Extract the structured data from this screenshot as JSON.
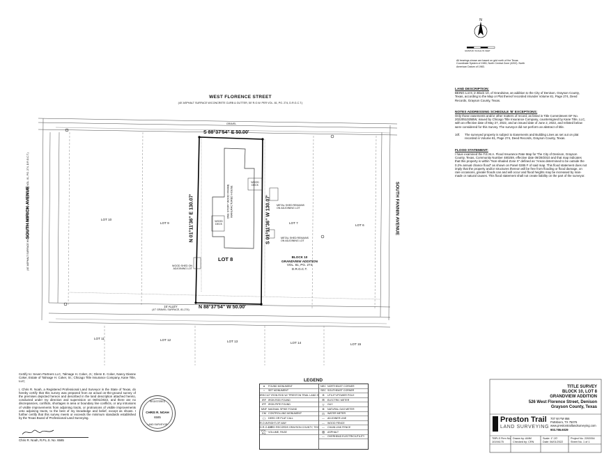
{
  "north_note": "All bearings shown are based on grid north of the Texas Coordinate System of 1983, North Central Zone (4202). North American Datum of 1983.",
  "scale_label": "GRAPHIC SCALE IN FEET",
  "streets": {
    "north_name": "WEST FLORENCE STREET",
    "north_desc": "(40' ASPHALT SURFACE W/CONCRETE CURB & GUTTER, 50' R.O.W. PER VOL. 81, PG. 274, D.R.G.C.T.)",
    "west_name": "SOUTH MIRICK AVENUE",
    "west_desc": "(40' ASPHALT SURFACE W/CONCRETE CURB & GUTTER, 60' R.O.W. PER VOL. 81, PG. 274, D.R.G.C.T.)",
    "east_name": "SOUTH FANNIN AVENUE",
    "alley_name": "15' ALLEY",
    "alley_desc": "(47' GRAVEL SURFACE, 81-274)"
  },
  "bearings": {
    "north": "S 88°37'54\" E 50.00'",
    "south": "N 88°37'54\" W 50.00'",
    "west": "N 01°11'36\" E 130.07'",
    "east": "S 01°11'36\" W 130.07'"
  },
  "lots": {
    "subject": "LOT 8",
    "lot9": "LOT 9",
    "lot10": "LOT 10",
    "lot7": "LOT 7",
    "lot6": "LOT 6",
    "lot11": "LOT 11",
    "lot12": "LOT 12",
    "lot13": "LOT 13",
    "lot14": "LOT 14",
    "lot15": "LOT 15"
  },
  "block": {
    "line1": "BLOCK 10",
    "line2": "GRANDVIEW ADDITION",
    "line3": "VOL. 81, PG. 274",
    "line4": "D.R.G.C.T."
  },
  "structures": {
    "house": "ONE STORY WOOD FRAME MANUFACTURED HOUSE",
    "deck1": "WOOD DECK",
    "deck2": "WOOD DECK",
    "shed1": "METAL SHED REMAINS ON ADJOINING LOT",
    "shed2": "METAL SHED REMAINS ON ADJOINING LOT",
    "shed3": "WOOD SHED ON ADJOINING LOT",
    "gravel": "GRAVEL"
  },
  "notes": {
    "land_title": "LAND DESCRIPTION:",
    "land_body": "BEING Lot 8, in Block 10, of Grandview, an addition to the City of Denison, Grayson County, Texas, according to the Map or Plat thereof recorded in/under Volume 81, Page 274, Deed Records, Grayson County, Texas.",
    "sched_title": "NOTES ADDRESSING SCHEDULE 'B' EXCEPTIONS:",
    "sched_body": "Only those easements and/or other matters of record, as listed in Title Commitment GF No. 2022051025BW, issued by Chicago Title Insurance Company, countersigned by Kane Title, LLC, with an effective date of May 27, 2022, and an issued date of June 2, 2022, and relisted below were considered for this Survey. The surveyor did not perform an abstract of title.",
    "sched_item_num": "10f.",
    "sched_item": "The surveyed property is subject to Easements and Building Lines as set out on plat recorded in Volume 81, Page 274, Deed Records, Grayson County, Texas.",
    "flood_title": "FLOOD STATEMENT:",
    "flood_body": "I have examined the F.E.M.A. Flood Insurance Rate Map for The City of Denison, Grayson County, Texas, Community Number 480259, effective date 09/29/2010 and that map indicates that this property is within \"Non-shaded Zone X\" defined as \"Areas determined to be outside the 0.2% annual chance flood\" as shown on Panel 0285 F of said map. This flood statement does not imply that the property and/or structures thereon will be free from flooding or flood damage, on rare occasions, greater floods can and will occur and flood heights may be increased by man-made or natural causes. This flood statement shall not create liability on the part of the surveyor."
  },
  "certify": {
    "line1": "Certify to: Seven Partners LLC, Talmage H. Coker, Jr.; Glenn E. Coker, Nancy Dianne Coker, Estate of Talmage H. Coker, Sr.; Chicago Title Insurance Company, Kane Title, LLC;",
    "body": "I, Chris R. Noah, a Registered Professional Land Surveyor in the State of Texas, do hereby certify that this survey was prepared from an actual on-the-ground survey of the premises depicted hereon and described in the land description attached hereto, conducted under my direction and supervision on 06/01/2022, and there are no discrepancies, conflicts, shortages in area or boundary line conflicts, or any intrusions of visible improvements from adjoining tracts, or protrusions of visible improvements onto adjoining tracts, to the best of my knowledge and belief, except as shown. I further certify that this survey meets or exceeds the minimum standards established by the Texas Board of Professional Land Surveying.",
    "signature_name": "Chris R. Noah, R.P.L.S. No. 6585"
  },
  "seal": {
    "top": "REGISTERED",
    "name": "CHRIS R. NOAH",
    "number": "6585",
    "bottom": "LAND SURVEYOR"
  },
  "legend": {
    "title": "LEGEND",
    "left": [
      {
        "sym": "●",
        "label": "FOUND MONUMENT"
      },
      {
        "sym": "○",
        "label": "SET MONUMENT"
      },
      {
        "sym": "IRSC",
        "label": "1/2\" IRON ROD W/ \"PRESTON TRAIL LAND SURVEYING, RPLS 6585\" CAP SET"
      },
      {
        "sym": "IRF",
        "label": "IRON ROD FOUND"
      },
      {
        "sym": "IPF",
        "label": "IRON PIPE FOUND"
      },
      {
        "sym": "MNF",
        "label": "MAGNAIL SPIKE FOUND"
      },
      {
        "sym": "CM",
        "label": "CONTROLLING MONUMENT"
      },
      {
        "sym": "( )",
        "label": "DEED OR PLAT CALL"
      },
      {
        "sym": "R.O.W.",
        "label": "RIGHT-OF-WAY"
      },
      {
        "sym": "D.R.G.C.T.",
        "label": "DEED RECORDS GRAYSON COUNTY, TEXAS"
      },
      {
        "sym": "VOL., PG.",
        "label": "VOLUME, PAGE"
      }
    ],
    "right": [
      {
        "sym": "NEC",
        "label": "NORTHEAST CORNER"
      },
      {
        "sym": "SEC",
        "label": "SOUTHEAST CORNER"
      },
      {
        "sym": "⊕",
        "label": "UTILITY/POWER POLE"
      },
      {
        "sym": "⊞",
        "label": "ELECTRIC METER"
      },
      {
        "sym": "▽",
        "label": "GUY"
      },
      {
        "sym": "⊗",
        "label": "NATURAL GAS METER"
      },
      {
        "sym": "⊡",
        "label": "WATER METER"
      },
      {
        "sym": "—",
        "label": "ADJOINER LINE"
      },
      {
        "sym": "—",
        "label": "WOOD FENCE"
      },
      {
        "sym": "—",
        "label": "CHAIN LINK FENCE"
      },
      {
        "sym": "▨",
        "label": "ASPHALT"
      },
      {
        "sym": "—",
        "label": "OVERHEAD ELECTRIC/UTILITY"
      }
    ]
  },
  "title_block": {
    "title1": "TITLE SURVEY",
    "title2": "BLOCK 10, LOT 8",
    "title3": "GRANDVIEW ADDITION",
    "address": "526 West Florence Street, Denison",
    "county": "Grayson County, Texas",
    "company1": "Preston Trail",
    "company2": "LAND SURVEYING",
    "addr1": "707 W FM 956",
    "addr2": "Pottsboro, TX 75076",
    "web": "www.prestontraillandsurveying.com",
    "phone": "903.786.6029",
    "firm_label": "TBPLS Firm No.",
    "firm_no": "10194175",
    "drawn": "Drawn by: AMM",
    "checked": "Checked by: CRN",
    "scale": "Scale: 1\"-20'",
    "date": "Date: 06/01/2022",
    "project": "Project No. 2202054",
    "sheet": "Sheet No. 1 of 1"
  }
}
